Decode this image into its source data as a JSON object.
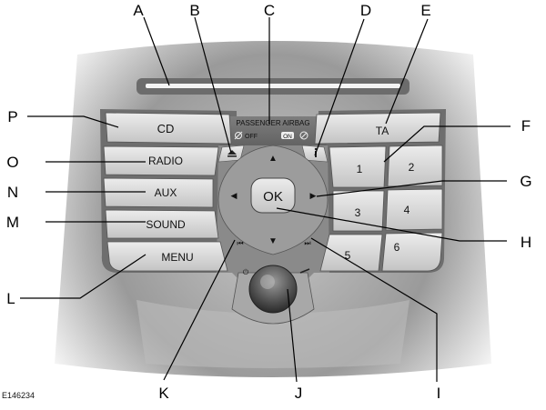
{
  "figure_id": "E146234",
  "callouts": [
    "A",
    "B",
    "C",
    "D",
    "E",
    "F",
    "G",
    "H",
    "I",
    "J",
    "K",
    "L",
    "M",
    "N",
    "O",
    "P"
  ],
  "buttons": {
    "cd": "CD",
    "radio": "RADIO",
    "aux": "AUX",
    "sound": "SOUND",
    "menu": "MENU",
    "ta": "TA",
    "ok": "OK",
    "presets": [
      "1",
      "2",
      "3",
      "4",
      "5",
      "6"
    ]
  },
  "airbag_panel": {
    "title": "PASSENGER AIRBAG",
    "off_label": "OFF",
    "on_label": "ON"
  },
  "glyphs": {
    "up": "▲",
    "down": "▼",
    "left": "◀",
    "right": "▶",
    "seek_back": "⏮",
    "seek_fwd": "⏭",
    "power": "⏻"
  },
  "colors": {
    "line": "#000000",
    "panel": "#b8b8b8",
    "button": "#d9d9d9"
  }
}
